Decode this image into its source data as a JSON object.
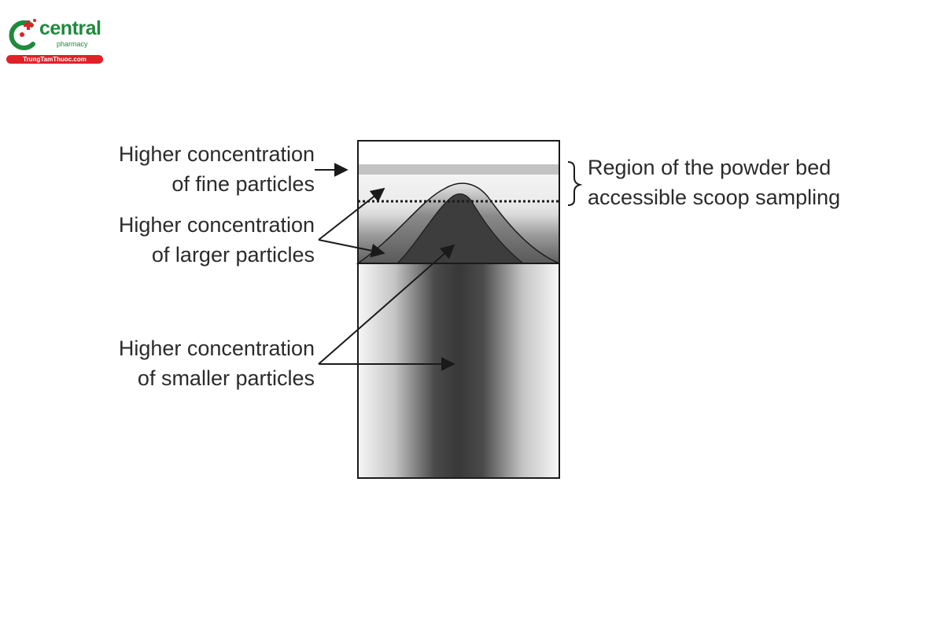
{
  "logo": {
    "name": "central",
    "subtitle": "pharmacy",
    "ribbon": "TrungTamThuoc.com",
    "colors": {
      "green": "#1f8a3e",
      "red": "#e02127"
    }
  },
  "labels": {
    "fine": [
      "Higher concentration",
      "of fine particles"
    ],
    "larger": [
      "Higher concentration",
      "of larger particles"
    ],
    "smaller": [
      "Higher concentration",
      "of smaller particles"
    ],
    "region": [
      "Region of the powder bed",
      "accessible scoop sampling"
    ]
  },
  "colors": {
    "outline": "#1a1a1a",
    "text": "#2b2b2b"
  }
}
